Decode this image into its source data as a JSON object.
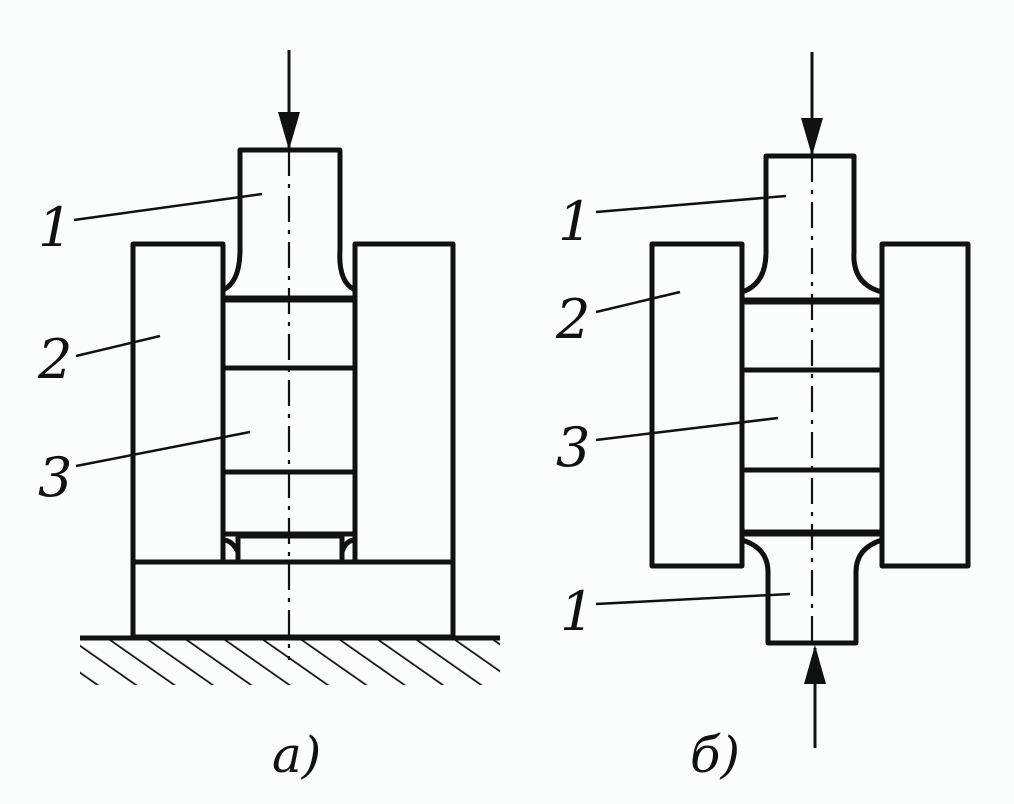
{
  "figure_a": {
    "labels": [
      "1",
      "2",
      "3"
    ],
    "caption": "а)"
  },
  "figure_b": {
    "labels": [
      "1",
      "2",
      "3",
      "1"
    ],
    "caption": "б)"
  },
  "colors": {
    "ink": "#111111",
    "paper": "#fbfdfc"
  }
}
